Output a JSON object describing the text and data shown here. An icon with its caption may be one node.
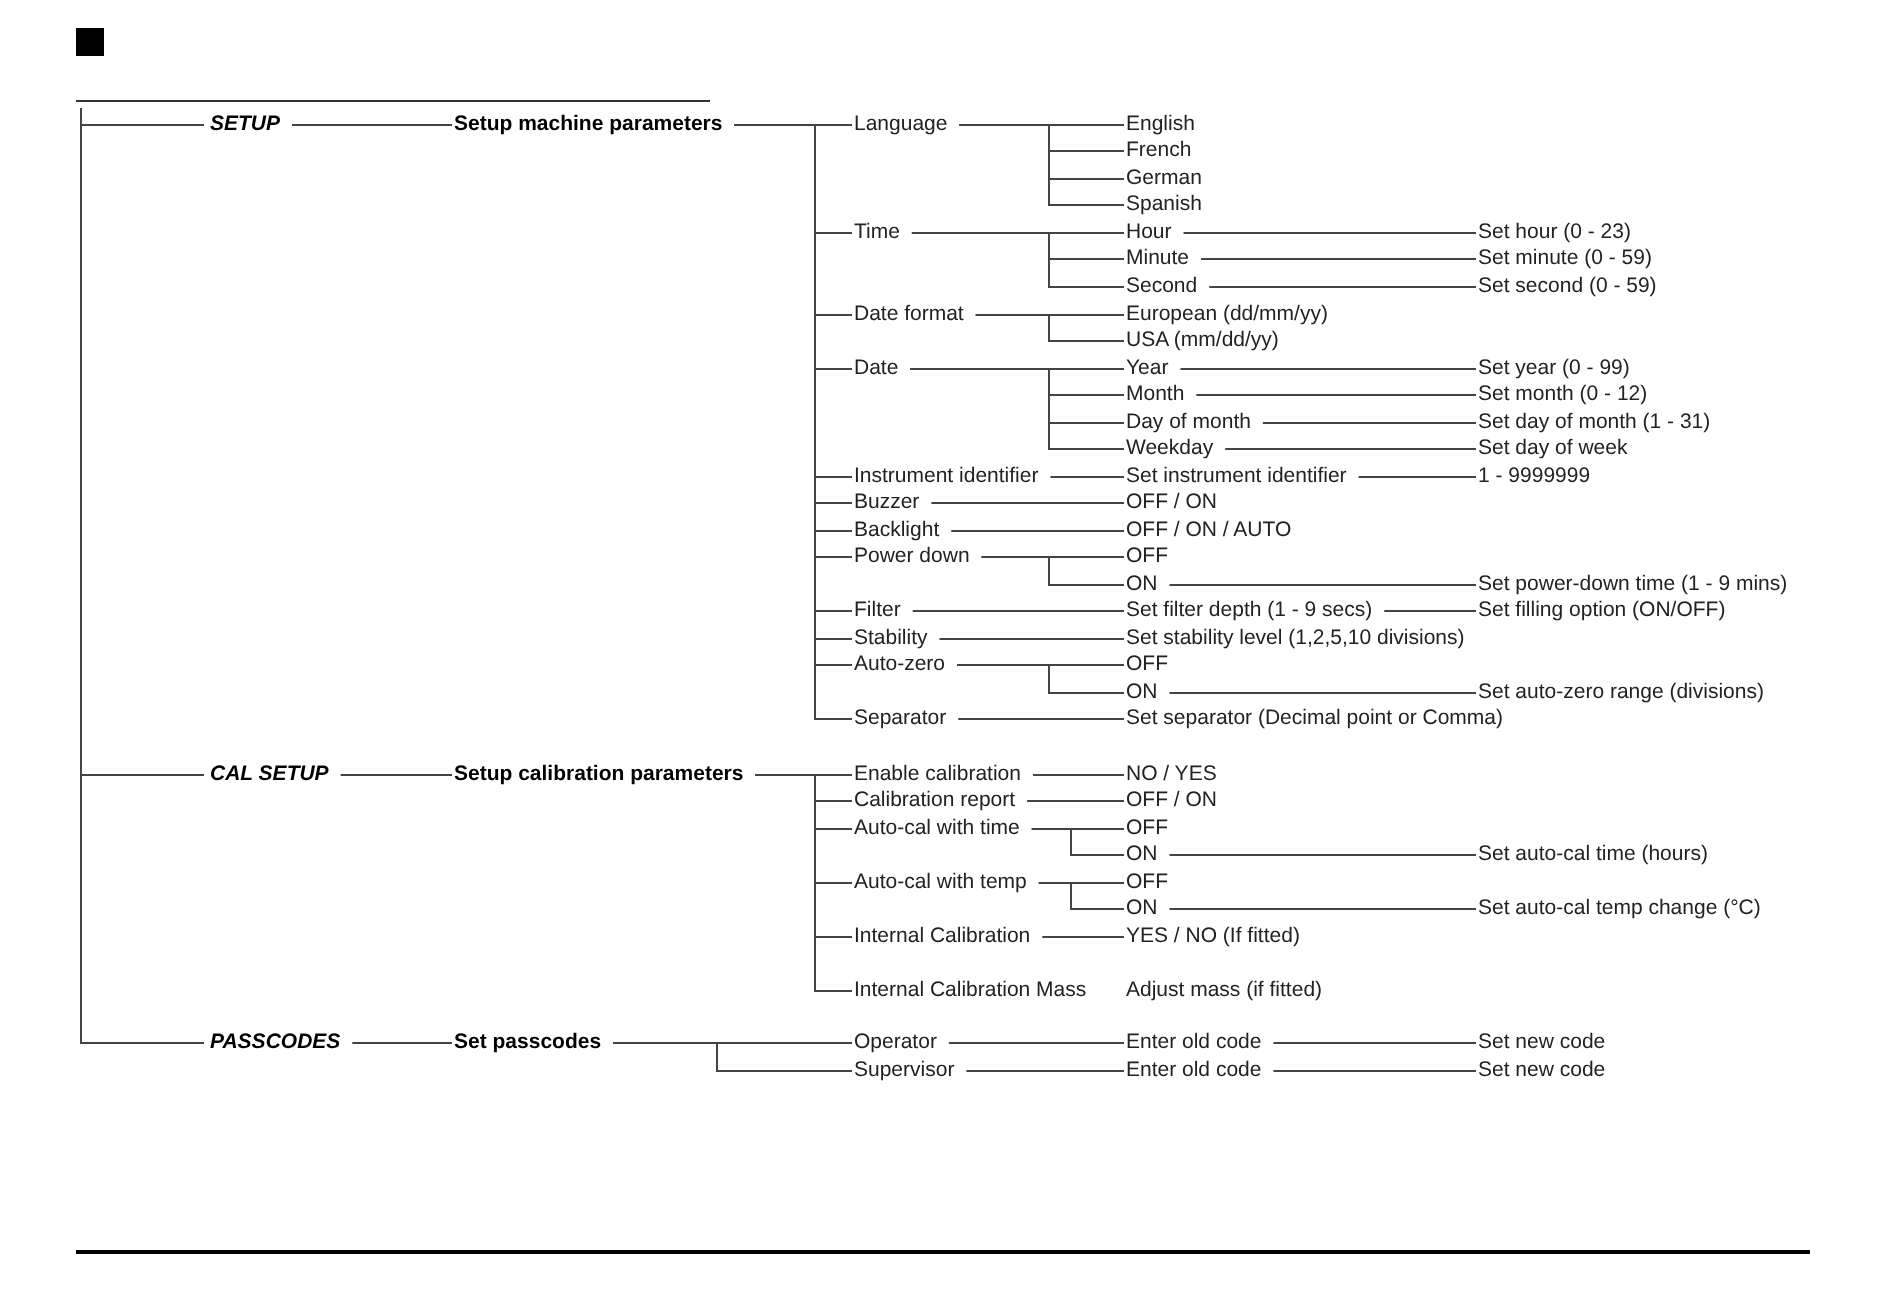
{
  "diagram": {
    "nodes": [
      {
        "text": [
          "SETUP"
        ]
      },
      {
        "text": [
          "Setup machine parameters"
        ]
      },
      {
        "text": [
          "Language"
        ]
      },
      {
        "text": [
          "English"
        ]
      },
      {
        "text": [
          "French"
        ]
      },
      {
        "text": [
          "German"
        ]
      },
      {
        "text": [
          "Spanish"
        ]
      },
      {
        "text": [
          "Time"
        ]
      },
      {
        "text": [
          "Hour"
        ]
      },
      {
        "text": [
          "Set hour (0 - 23)"
        ]
      },
      {
        "text": [
          "Minute"
        ]
      },
      {
        "text": [
          "Set minute (0 - 59)"
        ]
      },
      {
        "text": [
          "Second"
        ]
      },
      {
        "text": [
          "Set second (0 - 59)"
        ]
      },
      {
        "text": [
          "Date format"
        ]
      },
      {
        "text": [
          "European (dd/mm/yy)"
        ]
      },
      {
        "text": [
          "USA (mm/dd/yy)"
        ]
      },
      {
        "text": [
          "Date"
        ]
      },
      {
        "text": [
          "Year"
        ]
      },
      {
        "text": [
          "Set year (0 - 99)"
        ]
      },
      {
        "text": [
          "Month"
        ]
      },
      {
        "text": [
          "Set month (0 - 12)"
        ]
      },
      {
        "text": [
          "Day of month"
        ]
      },
      {
        "text": [
          "Set day of month (1 - 31)"
        ]
      },
      {
        "text": [
          "Weekday"
        ]
      },
      {
        "text": [
          "Set day of week"
        ]
      },
      {
        "text": [
          "Instrument identifier"
        ]
      },
      {
        "text": [
          "Set instrument identifier"
        ]
      },
      {
        "text": [
          "1 - 9999999"
        ]
      },
      {
        "text": [
          "Buzzer"
        ]
      },
      {
        "text": [
          "OFF / ON"
        ]
      },
      {
        "text": [
          "Backlight"
        ]
      },
      {
        "text": [
          "OFF / ON / AUTO"
        ]
      },
      {
        "text": [
          "Power down"
        ]
      },
      {
        "text": [
          "OFF"
        ]
      },
      {
        "text": [
          "ON"
        ]
      },
      {
        "text": [
          "Set power-down time (1 - 9 mins)"
        ]
      },
      {
        "text": [
          "Filter"
        ]
      },
      {
        "text": [
          "Set filter depth (1 - 9 secs)"
        ]
      },
      {
        "text": [
          "Set filling option (ON/OFF)"
        ]
      },
      {
        "text": [
          "Stability"
        ]
      },
      {
        "text": [
          "Set stability level (1,2,5,10 divisions)"
        ]
      },
      {
        "text": [
          "Auto-zero"
        ]
      },
      {
        "text": [
          "OFF"
        ]
      },
      {
        "text": [
          "ON"
        ]
      },
      {
        "text": [
          "Set auto-zero range (divisions)"
        ]
      },
      {
        "text": [
          "Separator"
        ]
      },
      {
        "text": [
          "Set separator (Decimal point or Comma)"
        ]
      },
      {
        "text": [
          "CAL SETUP"
        ]
      },
      {
        "text": [
          "Setup calibration parameters"
        ]
      },
      {
        "text": [
          "Enable calibration"
        ]
      },
      {
        "text": [
          "NO / YES"
        ]
      },
      {
        "text": [
          "Calibration report"
        ]
      },
      {
        "text": [
          "OFF / ON"
        ]
      },
      {
        "text": [
          "Auto-cal with time"
        ]
      },
      {
        "text": [
          "OFF"
        ]
      },
      {
        "text": [
          "ON"
        ]
      },
      {
        "text": [
          "Set auto-cal time (hours)"
        ]
      },
      {
        "text": [
          "Auto-cal with temp"
        ]
      },
      {
        "text": [
          "OFF"
        ]
      },
      {
        "text": [
          "ON"
        ]
      },
      {
        "text": [
          "Set auto-cal temp change (°C)"
        ]
      },
      {
        "text": [
          "Internal Calibration"
        ]
      },
      {
        "text": [
          "YES / NO (If fitted)"
        ]
      },
      {
        "text": [
          "Internal Calibration Mass"
        ]
      },
      {
        "text": [
          "Adjust mass (if fitted)"
        ]
      },
      {
        "text": [
          "PASSCODES"
        ]
      },
      {
        "text": [
          "Set passcodes"
        ]
      },
      {
        "text": [
          "Operator"
        ]
      },
      {
        "text": [
          "Enter old code"
        ]
      },
      {
        "text": [
          "Set new code"
        ]
      },
      {
        "text": [
          "Supervisor"
        ]
      },
      {
        "text": [
          "Enter old code"
        ]
      },
      {
        "text": [
          "Set new code"
        ]
      }
    ],
    "edges": [
      {
        "from": null,
        "to": 0,
        "arrow": "none"
      },
      {
        "from": 0,
        "to": 1,
        "arrow": "none"
      },
      {
        "from": 1,
        "to": 2,
        "arrow": "none"
      },
      {
        "from": 2,
        "to": 3,
        "arrow": "none"
      },
      {
        "from": 2,
        "to": 4,
        "arrow": "none"
      },
      {
        "from": 2,
        "to": 5,
        "arrow": "none"
      },
      {
        "from": 2,
        "to": 6,
        "arrow": "none"
      },
      {
        "from": 1,
        "to": 7,
        "arrow": "none"
      },
      {
        "from": 7,
        "to": 8,
        "arrow": "none"
      },
      {
        "from": 8,
        "to": 9,
        "arrow": "none"
      },
      {
        "from": 7,
        "to": 10,
        "arrow": "none"
      },
      {
        "from": 10,
        "to": 11,
        "arrow": "none"
      },
      {
        "from": 7,
        "to": 12,
        "arrow": "none"
      },
      {
        "from": 12,
        "to": 13,
        "arrow": "none"
      },
      {
        "from": 1,
        "to": 14,
        "arrow": "none"
      },
      {
        "from": 14,
        "to": 15,
        "arrow": "none"
      },
      {
        "from": 14,
        "to": 16,
        "arrow": "none"
      },
      {
        "from": 1,
        "to": 17,
        "arrow": "none"
      },
      {
        "from": 17,
        "to": 18,
        "arrow": "none"
      },
      {
        "from": 18,
        "to": 19,
        "arrow": "none"
      },
      {
        "from": 17,
        "to": 20,
        "arrow": "none"
      },
      {
        "from": 20,
        "to": 21,
        "arrow": "none"
      },
      {
        "from": 17,
        "to": 22,
        "arrow": "none"
      },
      {
        "from": 22,
        "to": 23,
        "arrow": "none"
      },
      {
        "from": 17,
        "to": 24,
        "arrow": "none"
      },
      {
        "from": 24,
        "to": 25,
        "arrow": "none"
      },
      {
        "from": 1,
        "to": 26,
        "arrow": "none"
      },
      {
        "from": 26,
        "to": 27,
        "arrow": "none"
      },
      {
        "from": 27,
        "to": 28,
        "arrow": "none"
      },
      {
        "from": 1,
        "to": 29,
        "arrow": "none"
      },
      {
        "from": 29,
        "to": 30,
        "arrow": "none"
      },
      {
        "from": 1,
        "to": 31,
        "arrow": "none"
      },
      {
        "from": 31,
        "to": 32,
        "arrow": "none"
      },
      {
        "from": 1,
        "to": 33,
        "arrow": "none"
      },
      {
        "from": 33,
        "to": 34,
        "arrow": "none"
      },
      {
        "from": 33,
        "to": 35,
        "arrow": "none"
      },
      {
        "from": 35,
        "to": 36,
        "arrow": "none"
      },
      {
        "from": 1,
        "to": 37,
        "arrow": "none"
      },
      {
        "from": 37,
        "to": 38,
        "arrow": "none"
      },
      {
        "from": 38,
        "to": 39,
        "arrow": "none"
      },
      {
        "from": 1,
        "to": 40,
        "arrow": "none"
      },
      {
        "from": 40,
        "to": 41,
        "arrow": "none"
      },
      {
        "from": 1,
        "to": 42,
        "arrow": "none"
      },
      {
        "from": 42,
        "to": 43,
        "arrow": "none"
      },
      {
        "from": 42,
        "to": 44,
        "arrow": "none"
      },
      {
        "from": 44,
        "to": 45,
        "arrow": "none"
      },
      {
        "from": 1,
        "to": 46,
        "arrow": "none"
      },
      {
        "from": 46,
        "to": 47,
        "arrow": "none"
      },
      {
        "from": null,
        "to": 48,
        "arrow": "none"
      },
      {
        "from": 48,
        "to": 49,
        "arrow": "none"
      },
      {
        "from": 49,
        "to": 50,
        "arrow": "none"
      },
      {
        "from": 50,
        "to": 51,
        "arrow": "none"
      },
      {
        "from": 49,
        "to": 52,
        "arrow": "none"
      },
      {
        "from": 52,
        "to": 53,
        "arrow": "none"
      },
      {
        "from": 49,
        "to": 54,
        "arrow": "none"
      },
      {
        "from": 54,
        "to": 55,
        "arrow": "none"
      },
      {
        "from": 54,
        "to": 56,
        "arrow": "none"
      },
      {
        "from": 56,
        "to": 57,
        "arrow": "none"
      },
      {
        "from": 49,
        "to": 58,
        "arrow": "none"
      },
      {
        "from": 58,
        "to": 59,
        "arrow": "none"
      },
      {
        "from": 58,
        "to": 60,
        "arrow": "none"
      },
      {
        "from": 60,
        "to": 61,
        "arrow": "none"
      },
      {
        "from": 49,
        "to": 62,
        "arrow": "none"
      },
      {
        "from": 62,
        "to": 63,
        "arrow": "none"
      },
      {
        "from": 49,
        "to": 64,
        "arrow": "none"
      },
      {
        "from": null,
        "to": 66,
        "arrow": "none"
      },
      {
        "from": 66,
        "to": 67,
        "arrow": "none"
      },
      {
        "from": 67,
        "to": 68,
        "arrow": "none"
      },
      {
        "from": 68,
        "to": 69,
        "arrow": "none"
      },
      {
        "from": 69,
        "to": 70,
        "arrow": "none"
      },
      {
        "from": 67,
        "to": 71,
        "arrow": "none"
      },
      {
        "from": 71,
        "to": 72,
        "arrow": "none"
      },
      {
        "from": 72,
        "to": 73,
        "arrow": "none"
      }
    ]
  }
}
